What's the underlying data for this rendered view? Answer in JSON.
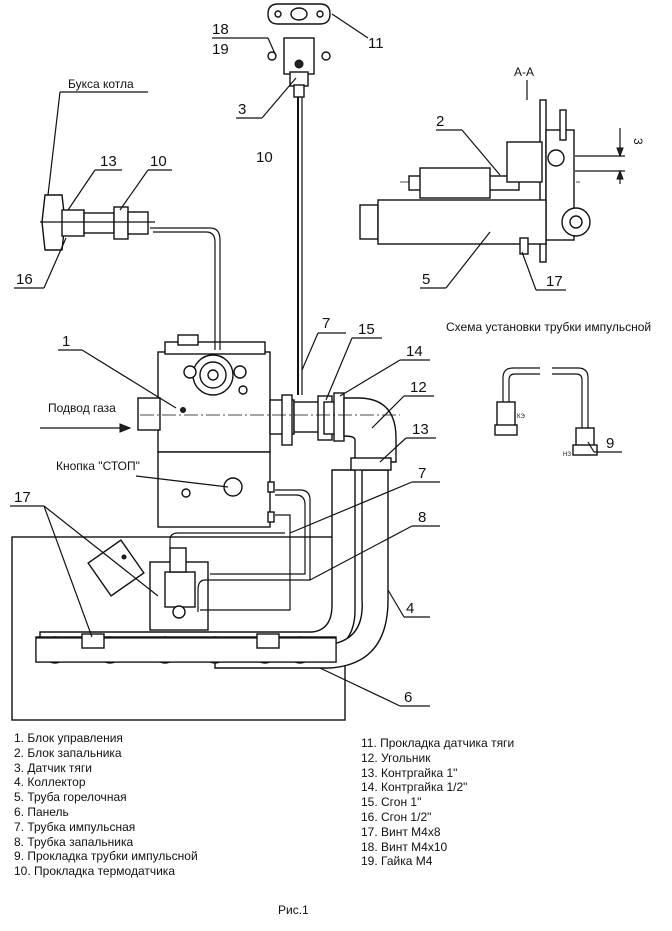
{
  "title": "Рис.1",
  "labels": {
    "buksa_kotla": "Букса котла",
    "podvod_gaza": "Подвод газа",
    "knopka_stop": "Кнопка \"СТОП\"",
    "section": "А-А",
    "schema_title": "Схема установки трубки импульсной",
    "dim_3": "3"
  },
  "callouts": {
    "n1": "1",
    "n2": "2",
    "n3": "3",
    "n4": "4",
    "n5": "5",
    "n6": "6",
    "n7a": "7",
    "n7b": "7",
    "n8": "8",
    "n9": "9",
    "n10a": "10",
    "n10b": "10",
    "n11": "11",
    "n12": "12",
    "n13a": "13",
    "n13b": "13",
    "n14": "14",
    "n15": "15",
    "n16": "16",
    "n17a": "17",
    "n17b": "17",
    "n18": "18",
    "n19": "19"
  },
  "legend_left": [
    "1. Блок управления",
    "2. Блок запальника",
    "3. Датчик тяги",
    "4. Коллектор",
    "5. Труба горелочная",
    "6. Панель",
    "7. Трубка импульсная",
    "8. Трубка запальника",
    "9. Прокладка трубки импульсной",
    "10. Прокладка термодатчика"
  ],
  "legend_right": [
    "11. Прокладка датчика тяги",
    "12. Угольник",
    "13. Контргайка 1\"",
    "14. Контргайка 1/2\"",
    "15. Сгон 1\"",
    "16. Сгон 1/2\"",
    "17. Винт М4х8",
    "18. Винт М4х10",
    "19. Гайка М4"
  ]
}
